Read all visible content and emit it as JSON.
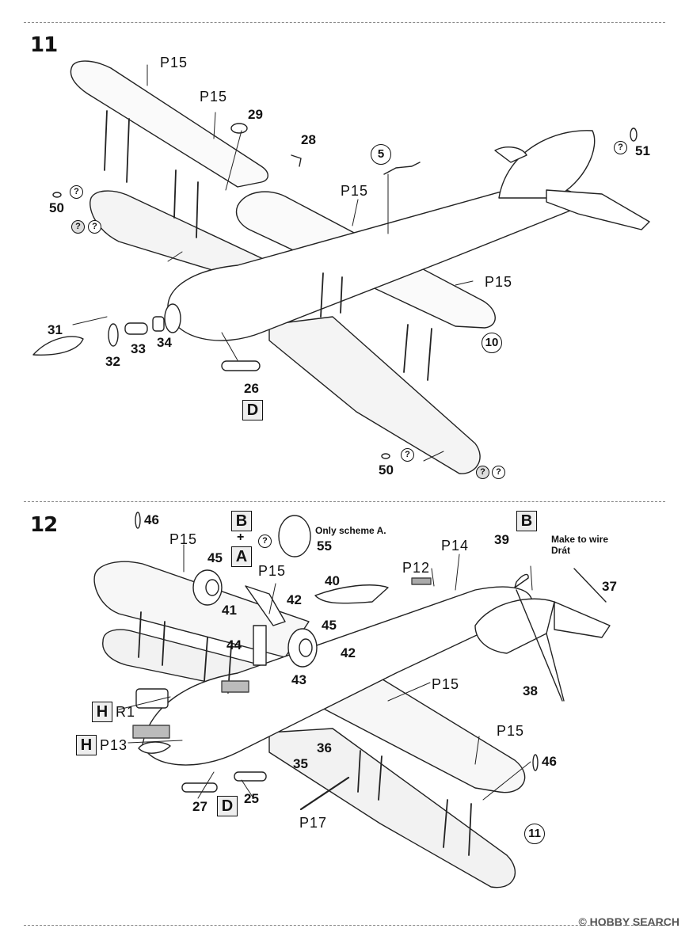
{
  "steps": [
    {
      "number": "11",
      "callout_labels": {
        "p15_a": "P15",
        "p15_b": "P15",
        "p15_c": "P15",
        "p15_d": "P15",
        "n29": "29",
        "n28": "28",
        "n51": "51",
        "n50_left": "50",
        "n50_right": "50",
        "n31": "31",
        "n32": "32",
        "n33": "33",
        "n34": "34",
        "n26": "26"
      },
      "subassembly_ref": "5",
      "next_step_ref": "10",
      "decal_sheet_box": "D",
      "paint_ref": "?"
    },
    {
      "number": "12",
      "callout_labels": {
        "n46_top": "46",
        "n46_right": "46",
        "p15_a": "P15",
        "p15_b": "P15",
        "p15_c": "P15",
        "p15_d": "P15",
        "n45_a": "45",
        "n45_b": "45",
        "n41": "41",
        "n42_a": "42",
        "n42_b": "42",
        "n40": "40",
        "n44": "44",
        "n43": "43",
        "n55": "55",
        "n39": "39",
        "p14": "P14",
        "p12": "P12",
        "n37": "37",
        "n38": "38",
        "r1": "R1",
        "p13": "P13",
        "n36": "36",
        "n35": "35",
        "n27": "27",
        "n25": "25",
        "p17": "P17"
      },
      "boxes": {
        "b_top": "B",
        "a_top": "A",
        "b_right": "B",
        "h_r1": "H",
        "h_p13": "H",
        "d": "D"
      },
      "plus": "+",
      "note_scheme": "Only scheme A.",
      "note_wire_en": "Make to wire",
      "note_wire_cz": "Drát",
      "next_step_ref": "11",
      "paint_ref": "?"
    }
  ],
  "watermark": "© HOBBY SEARCH"
}
